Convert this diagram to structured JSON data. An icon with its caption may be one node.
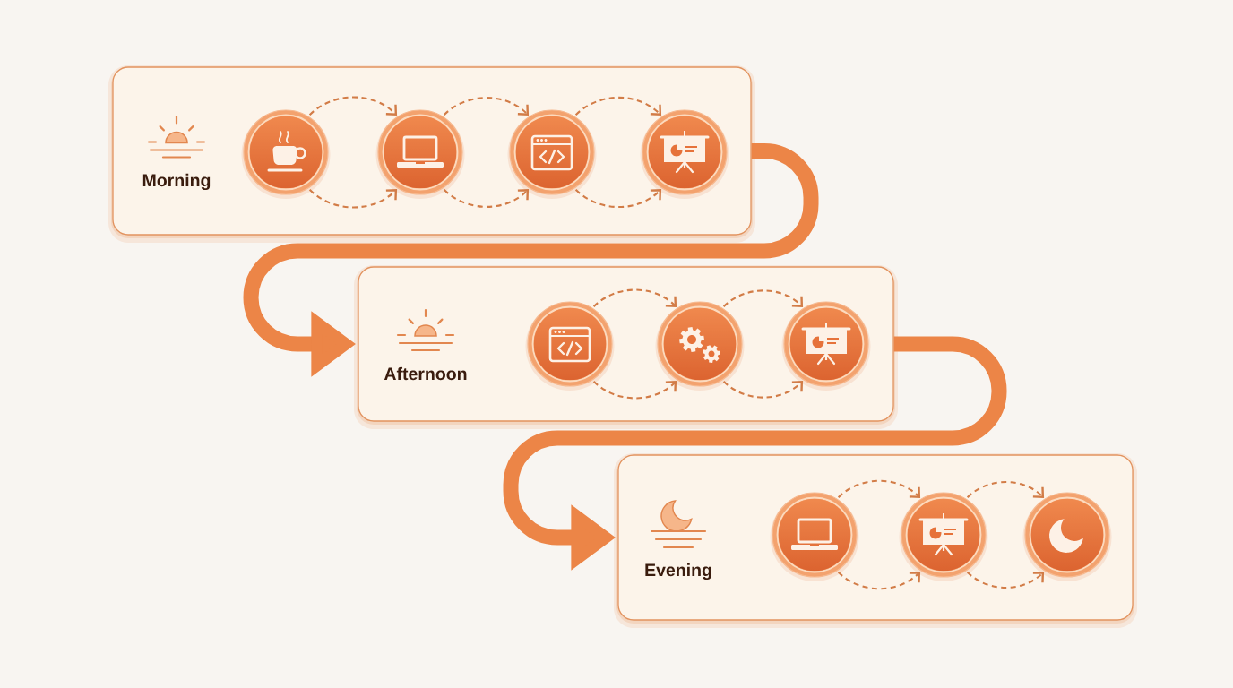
{
  "diagram": {
    "nodes": [
      {
        "text": [
          "Morning"
        ]
      },
      {
        "text": [],
        "shape": "circle",
        "in": 0
      },
      {
        "text": [],
        "shape": "circle",
        "in": 0
      },
      {
        "text": [],
        "shape": "circle",
        "in": 0
      },
      {
        "text": [],
        "shape": "circle",
        "in": 0
      },
      {
        "text": [
          "Afternoon"
        ]
      },
      {
        "text": [],
        "shape": "circle",
        "in": 5
      },
      {
        "text": [],
        "shape": "circle",
        "in": 5
      },
      {
        "text": [],
        "shape": "circle",
        "in": 5
      },
      {
        "text": [
          "Evening"
        ]
      },
      {
        "text": [],
        "shape": "circle",
        "in": 9
      },
      {
        "text": [],
        "shape": "circle",
        "in": 9
      },
      {
        "text": [],
        "shape": "circle",
        "in": 9
      }
    ],
    "edges": [
      {
        "from": 1,
        "to": 2,
        "arrow": "to",
        "style": "dashed"
      },
      {
        "from": 1,
        "to": 2,
        "arrow": "to",
        "style": "dashed"
      },
      {
        "from": 2,
        "to": 3,
        "arrow": "to",
        "style": "dashed"
      },
      {
        "from": 2,
        "to": 3,
        "arrow": "to",
        "style": "dashed"
      },
      {
        "from": 3,
        "to": 4,
        "arrow": "to",
        "style": "dashed"
      },
      {
        "from": 3,
        "to": 4,
        "arrow": "to",
        "style": "dashed"
      },
      {
        "from": 0,
        "to": 5,
        "arrow": "to",
        "style": "thick",
        "color": "#ec8547"
      },
      {
        "from": 6,
        "to": 7,
        "arrow": "to",
        "style": "dashed"
      },
      {
        "from": 6,
        "to": 7,
        "arrow": "to",
        "style": "dashed"
      },
      {
        "from": 7,
        "to": 8,
        "arrow": "to",
        "style": "dashed"
      },
      {
        "from": 7,
        "to": 8,
        "arrow": "to",
        "style": "dashed"
      },
      {
        "from": 5,
        "to": 9,
        "arrow": "to",
        "style": "thick",
        "color": "#ec8547"
      },
      {
        "from": 10,
        "to": 11,
        "arrow": "to",
        "style": "dashed"
      },
      {
        "from": 10,
        "to": 11,
        "arrow": "to",
        "style": "dashed"
      },
      {
        "from": 11,
        "to": 12,
        "arrow": "to",
        "style": "dashed"
      },
      {
        "from": 11,
        "to": 12,
        "arrow": "to",
        "style": "dashed"
      }
    ]
  }
}
